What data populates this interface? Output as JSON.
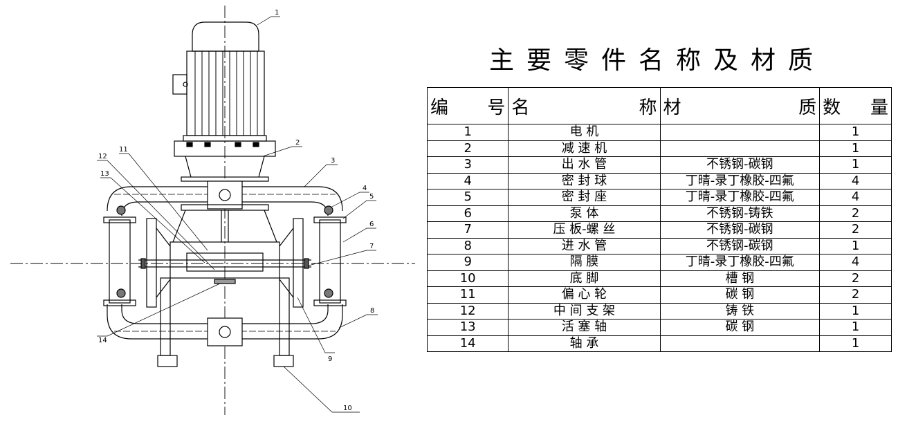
{
  "table_title": "主要零件名称及材质",
  "headers": {
    "no": [
      "编",
      "号"
    ],
    "name": [
      "名",
      "称"
    ],
    "material": [
      "材",
      "质"
    ],
    "qty": [
      "数",
      "量"
    ]
  },
  "parts": [
    {
      "no": "1",
      "name": "电 机",
      "material": "",
      "qty": "1"
    },
    {
      "no": "2",
      "name": "减 速 机",
      "material": "",
      "qty": "1"
    },
    {
      "no": "3",
      "name": "出 水 管",
      "material": "不锈钢-碳钢",
      "qty": "1"
    },
    {
      "no": "4",
      "name": "密 封 球",
      "material": "丁晴-录丁橡胶-四氟",
      "qty": "4"
    },
    {
      "no": "5",
      "name": "密 封 座",
      "material": "丁晴-录丁橡胶-四氟",
      "qty": "4"
    },
    {
      "no": "6",
      "name": "泵 体",
      "material": "不锈钢-铸铁",
      "qty": "2"
    },
    {
      "no": "7",
      "name": "压 板-螺 丝",
      "material": "不锈钢-碳钢",
      "qty": "2"
    },
    {
      "no": "8",
      "name": "进 水 管",
      "material": "不锈钢-碳钢",
      "qty": "1"
    },
    {
      "no": "9",
      "name": "隔 膜",
      "material": "丁晴-录丁橡胶-四氟",
      "qty": "4"
    },
    {
      "no": "10",
      "name": "底 脚",
      "material": "槽 钢",
      "qty": "2"
    },
    {
      "no": "11",
      "name": "偏 心 轮",
      "material": "碳 钢",
      "qty": "2"
    },
    {
      "no": "12",
      "name": "中 间 支 架",
      "material": "铸 铁",
      "qty": "1"
    },
    {
      "no": "13",
      "name": "活 塞 轴",
      "material": "碳 钢",
      "qty": "1"
    },
    {
      "no": "14",
      "name": "轴 承",
      "material": "",
      "qty": "1"
    }
  ],
  "callouts": [
    "1",
    "2",
    "3",
    "4",
    "5",
    "6",
    "7",
    "8",
    "9",
    "10",
    "11",
    "12",
    "13",
    "14"
  ]
}
